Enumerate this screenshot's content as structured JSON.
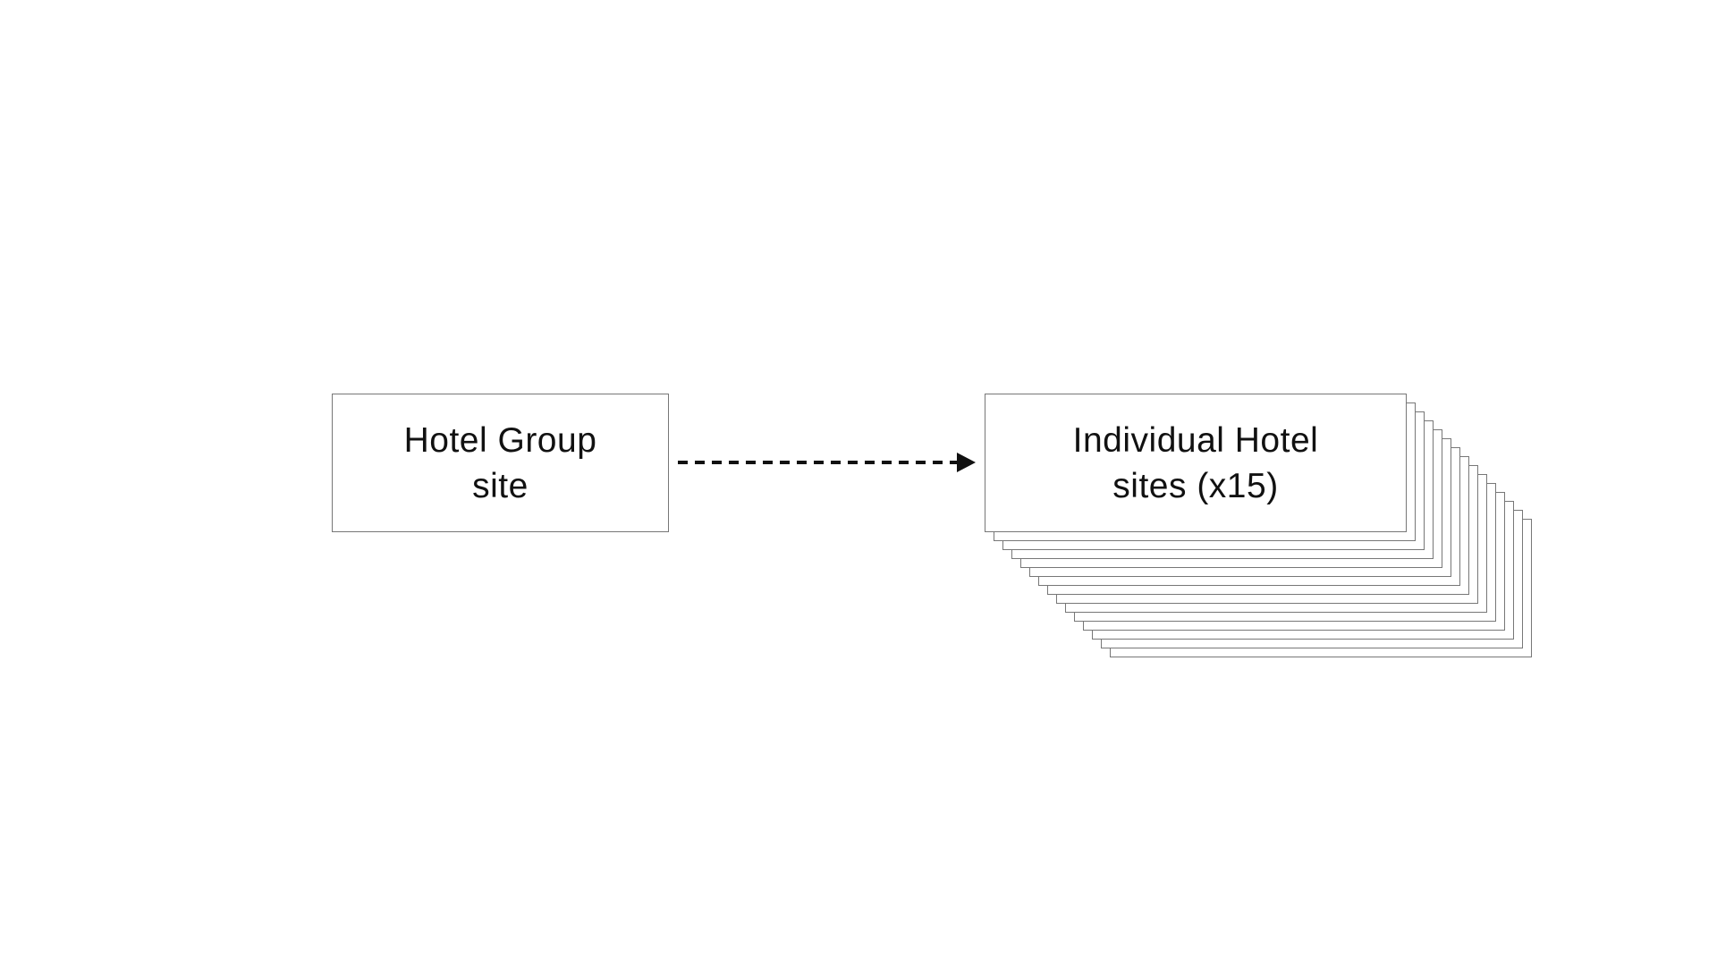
{
  "diagram": {
    "source": {
      "label": "Hotel Group\nsite"
    },
    "target": {
      "label": "Individual Hotel\nsites (x15)",
      "stack_count": 15
    },
    "connector": {
      "style": "dashed",
      "direction": "source-to-target"
    },
    "colors": {
      "background": "#ffffff",
      "box_border": "#777777",
      "text": "#111111",
      "arrow": "#111111"
    }
  }
}
